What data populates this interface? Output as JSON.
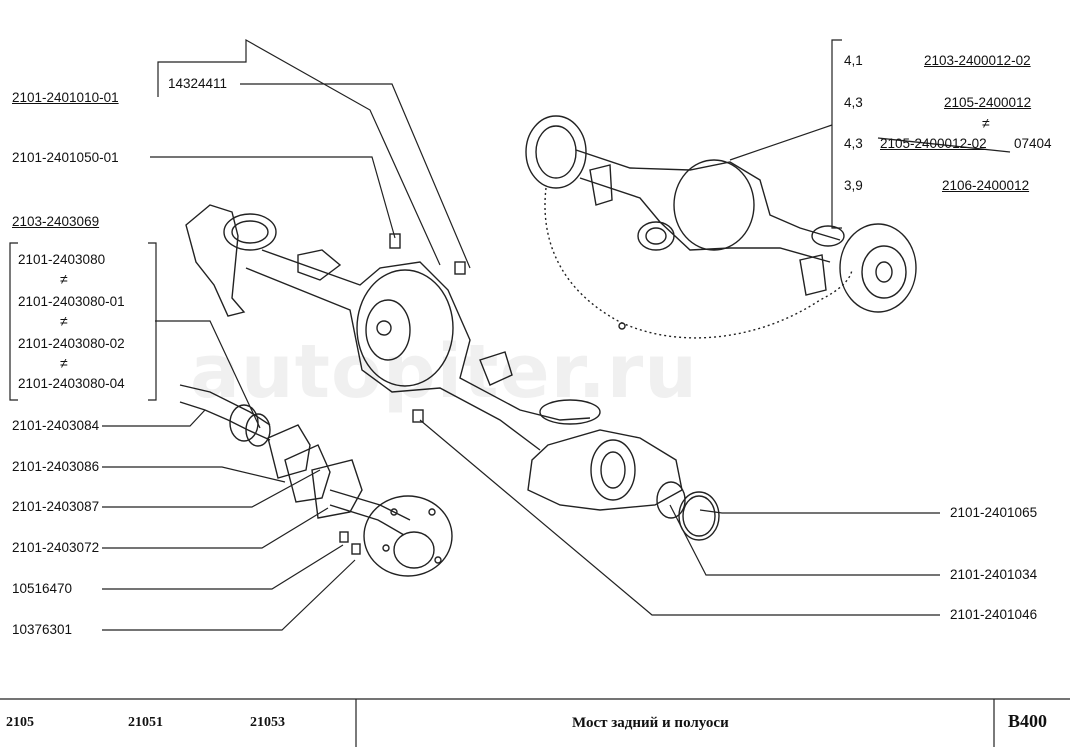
{
  "watermark": "autopiter.ru",
  "callouts": {
    "c14324411": "14324411",
    "c2101_2401010_01": "2101-2401010-01",
    "c2101_2401050_01": "2101-2401050-01",
    "c2103_2403069": "2103-2403069",
    "shaft_variants": [
      "2101-2403080",
      "2101-2403080-01",
      "2101-2403080-02",
      "2101-2403080-04"
    ],
    "c2101_2403084": "2101-2403084",
    "c2101_2403086": "2101-2403086",
    "c2101_2403087": "2101-2403087",
    "c2101_2403072": "2101-2403072",
    "c10516470": "10516470",
    "c10376301": "10376301",
    "c2101_2401065": "2101-2401065",
    "c2101_2401034": "2101-2401034",
    "c2101_2401046": "2101-2401046"
  },
  "neq_symbol": "≠",
  "ratio_table": [
    {
      "ratio": "4,1",
      "part": "2103-2400012-02",
      "suffix": ""
    },
    {
      "ratio": "4,3",
      "part": "2105-2400012",
      "suffix": ""
    },
    {
      "ratio": "4,3",
      "part": "2105-2400012-02",
      "suffix": "07404"
    },
    {
      "ratio": "3,9",
      "part": "2106-2400012",
      "suffix": ""
    }
  ],
  "footer": {
    "models": [
      "2105",
      "21051",
      "21053"
    ],
    "title": "Мост задний и полуоси",
    "code": "B400"
  }
}
